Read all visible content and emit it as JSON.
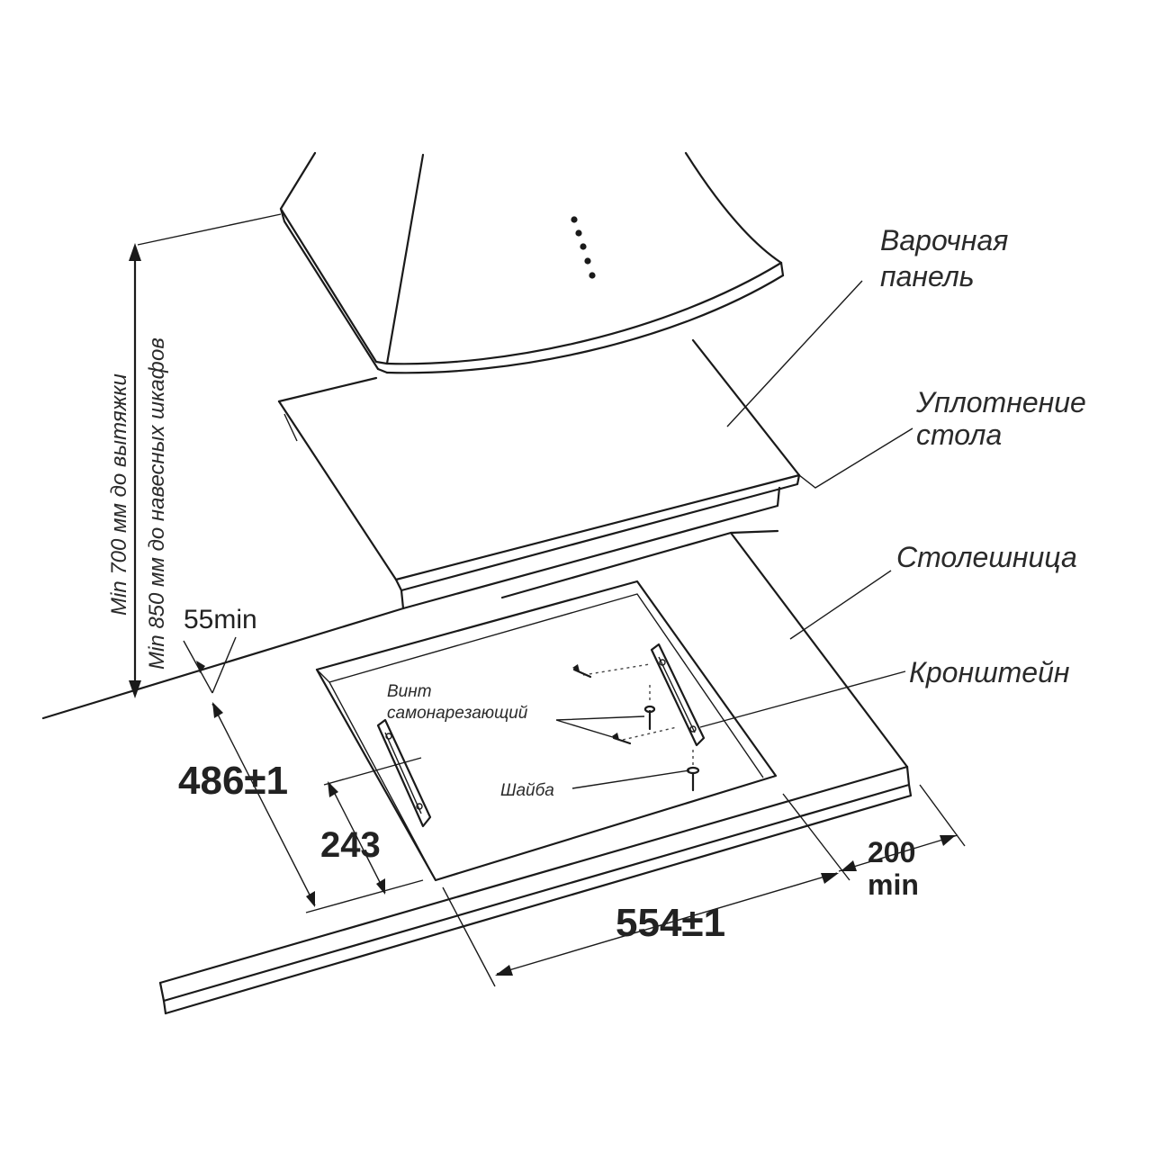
{
  "labels": {
    "hob_line1": "Варочная",
    "hob_line2": "панель",
    "seal_line1": "Уплотнение",
    "seal_line2": "стола",
    "countertop": "Столешница",
    "bracket": "Кронштейн",
    "screw_line1": "Винт",
    "screw_line2": "самонарезающий",
    "washer": "Шайба"
  },
  "dimensions": {
    "hood_clearance": "Min 700 мм до вытяжки",
    "cabinet_clearance": "Min 850 мм до навесных шкафов",
    "wall_gap": "55min",
    "depth": "486",
    "depth_tol": "±1",
    "bracket_pos": "243",
    "width": "554",
    "width_tol": "±1",
    "side_gap_line1": "200",
    "side_gap_line2": "min"
  },
  "colors": {
    "line": "#1a1a1a",
    "background": "#ffffff"
  }
}
